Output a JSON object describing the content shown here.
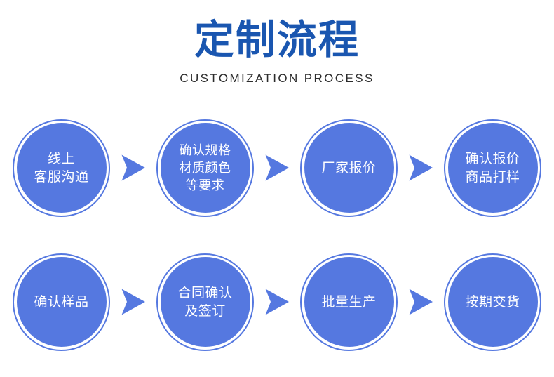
{
  "header": {
    "title": "定制流程",
    "subtitle": "CUSTOMIZATION PROCESS",
    "title_color": "#1a56b0",
    "subtitle_color": "#2b2b2b"
  },
  "theme": {
    "background": "#ffffff",
    "circle_fill": "#5578e0",
    "circle_ring": "#5578e0",
    "arrow_color": "#5578e0",
    "circle_text": "#ffffff"
  },
  "flow": {
    "rows": [
      {
        "steps": [
          {
            "index": 1,
            "label": "线上\n客服沟通",
            "lines": 2
          },
          {
            "index": 2,
            "label": "确认规格\n材质颜色\n等要求",
            "lines": 3
          },
          {
            "index": 3,
            "label": "厂家报价",
            "lines": 1
          },
          {
            "index": 4,
            "label": "确认报价\n商品打样",
            "lines": 2
          }
        ],
        "arrows": [
          "arrow-right-icon",
          "arrow-right-icon",
          "arrow-right-icon"
        ]
      },
      {
        "steps": [
          {
            "index": 5,
            "label": "确认样品",
            "lines": 1
          },
          {
            "index": 6,
            "label": "合同确认\n及签订",
            "lines": 2
          },
          {
            "index": 7,
            "label": "批量生产",
            "lines": 1
          },
          {
            "index": 8,
            "label": "按期交货",
            "lines": 1
          }
        ],
        "arrows": [
          "arrow-right-icon",
          "arrow-right-icon",
          "arrow-right-icon"
        ]
      }
    ]
  }
}
